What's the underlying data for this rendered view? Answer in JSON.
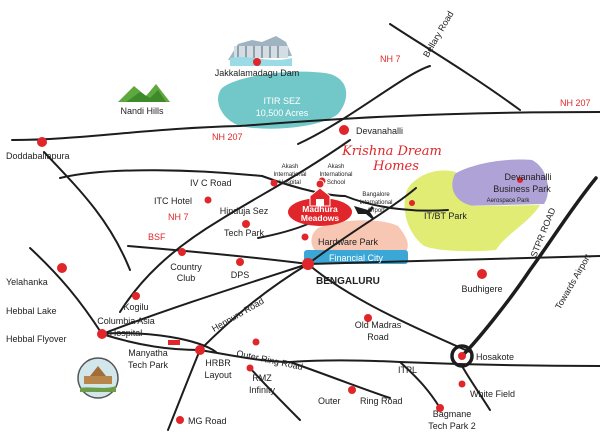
{
  "project": {
    "name_line1": "Madhura",
    "name_line2": "Meadows",
    "tagline_line1": "Krishna Dream",
    "tagline_line2": "Homes"
  },
  "areas": {
    "itir_line1": "ITIR SEZ",
    "itir_line2": "10,500 Acres",
    "devanahalli_bp_line1": "Devanahalli",
    "devanahalli_bp_line2": "Business Park",
    "devanahalli_bp_sub": "Aerospace Park",
    "it_bt": "IT/BT Park",
    "hardware": "Hardware Park",
    "financial": "Financial City"
  },
  "highways": {
    "nh7_top": "NH 7",
    "nh207_right": "NH 207",
    "nh207_left": "NH 207",
    "nh7_left": "NH 7",
    "bsf": "BSF"
  },
  "roads": {
    "bellary": "Bellary Road",
    "ivc": "IV C Road",
    "stpr": "STPR ROAD",
    "towards_airport": "Towards Airport",
    "hennuru": "Hennuru Road",
    "outer_ring": "Outer Ring Road",
    "itpl": "ITPL",
    "ring_road": "Ring Road",
    "outer": "Outer",
    "old_madras_1": "Old Madras",
    "old_madras_2": "Road"
  },
  "places": {
    "jakkalamadagu": "Jakkalamadagu Dam",
    "nandi": "Nandi Hills",
    "devanahalli": "Devanahalli",
    "doddaballapura": "Doddaballapura",
    "aih_1": "Akash",
    "aih_2": "International",
    "aih_3": "Hospital",
    "ais_1": "Akash",
    "ais_2": "International",
    "ais_3": "School",
    "bia_1": "Bangalore",
    "bia_2": "International",
    "bia_3": "Airport",
    "itc": "ITC Hotel",
    "hinduja_1": "Hinduja Sez",
    "hinduja_2": "Tech Park",
    "country_1": "Country",
    "country_2": "Club",
    "dps": "DPS",
    "bengaluru": "BENGALURU",
    "budhigere": "Budhigere",
    "yelahanka": "Yelahanka",
    "hebbal_lake": "Hebbal Lake",
    "kogilu": "Kogilu",
    "columbia_1": "Columbia Asia",
    "columbia_2": "Hospital",
    "hebbal_flyover": "Hebbal Flyover",
    "manyatha_1": "Manyatha",
    "manyatha_2": "Tech Park",
    "hrbr_1": "HRBR",
    "hrbr_2": "Layout",
    "rmz_1": "RMZ",
    "rmz_2": "Infinity",
    "mg_road": "MG Road",
    "hosakote": "Hosakote",
    "white_field": "White Field",
    "bagmane_1": "Bagmane",
    "bagmane_2": "Tech Park 2"
  },
  "colors": {
    "marker": "#e0262b",
    "itir_lake": "#72c7c9",
    "devanahalli_bp": "#aea2d6",
    "it_bt": "#e1ec74",
    "hardware": "#f7c7b4",
    "financial": "#3aa7d6",
    "road": "#1d1d1d"
  }
}
